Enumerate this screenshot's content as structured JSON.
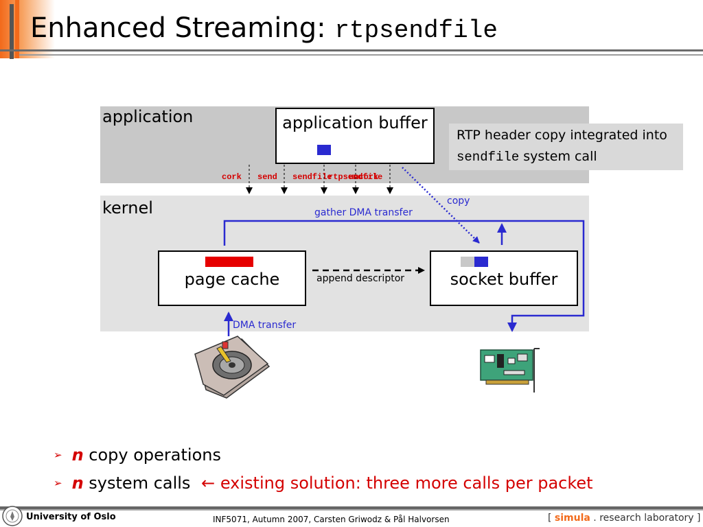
{
  "title": {
    "text": "Enhanced Streaming: ",
    "code": "rtpsendfile"
  },
  "regions": {
    "application": "application",
    "kernel": "kernel"
  },
  "boxes": {
    "application_buffer": "application buffer",
    "page_cache": "page cache",
    "socket_buffer": "socket buffer"
  },
  "note": {
    "line1": "RTP header copy integrated into",
    "line2_code": "sendfile",
    "line2_text": " system call"
  },
  "syscalls": {
    "cork": "cork",
    "send": "send",
    "sendfile": "sendfile",
    "uncork": "uncork",
    "rtpsendfile": "rtpsendfile"
  },
  "labels": {
    "copy": "copy",
    "gather_dma": "gather DMA transfer",
    "append_descriptor": "append descriptor",
    "dma_transfer": "DMA transfer"
  },
  "bullets": [
    {
      "n": "n",
      "text": " copy operations"
    },
    {
      "n": "n",
      "text": " system calls",
      "arrow": "←",
      "extra": " existing solution: three more calls per packet"
    }
  ],
  "footer": {
    "university": "University of Oslo",
    "course": "INF5071,  Autumn 2007,  Carsten Griwodz & Pål Halvorsen",
    "simula_open": "[ ",
    "simula": "simula",
    "simula_rest": " . research laboratory ]"
  },
  "colors": {
    "accent": "#f26a1b",
    "red": "#d40000",
    "blue": "#2a2ad0",
    "app_region": "#c8c8c8",
    "kernel_region": "#e2e2e2"
  }
}
